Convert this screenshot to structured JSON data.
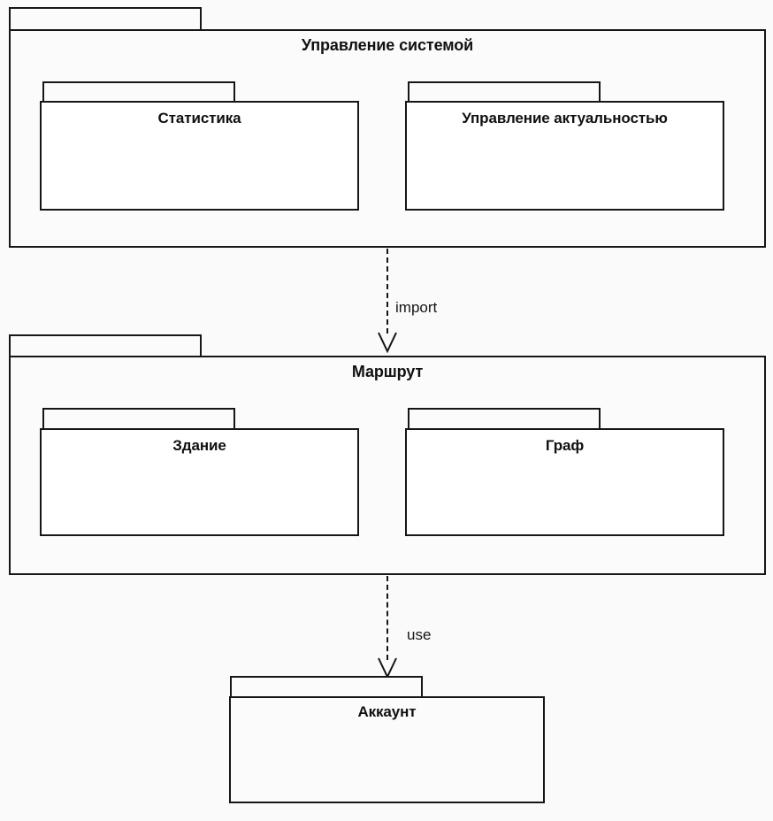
{
  "diagram": {
    "type": "uml-package-diagram",
    "title": "",
    "background_color": "#fafafa",
    "line_color": "#161616",
    "packages": [
      {
        "id": "system-management",
        "name": "Управление системой",
        "level": "outer",
        "children": [
          "statistics",
          "relevance-management"
        ]
      },
      {
        "id": "statistics",
        "name": "Статистика",
        "level": "inner"
      },
      {
        "id": "relevance-management",
        "name": "Управление актуальностью",
        "level": "inner"
      },
      {
        "id": "route",
        "name": "Маршрут",
        "level": "outer",
        "children": [
          "building",
          "graph"
        ]
      },
      {
        "id": "building",
        "name": "Здание",
        "level": "inner"
      },
      {
        "id": "graph",
        "name": "Граф",
        "level": "inner"
      },
      {
        "id": "account",
        "name": "Аккаунт",
        "level": "outer"
      }
    ],
    "dependencies": [
      {
        "id": "import-dependency",
        "label": "import",
        "from": "system-management",
        "to": "route",
        "style": "dashed",
        "arrow": "open"
      },
      {
        "id": "use-dependency",
        "label": "use",
        "from": "route",
        "to": "account",
        "style": "dashed",
        "arrow": "open"
      }
    ]
  }
}
